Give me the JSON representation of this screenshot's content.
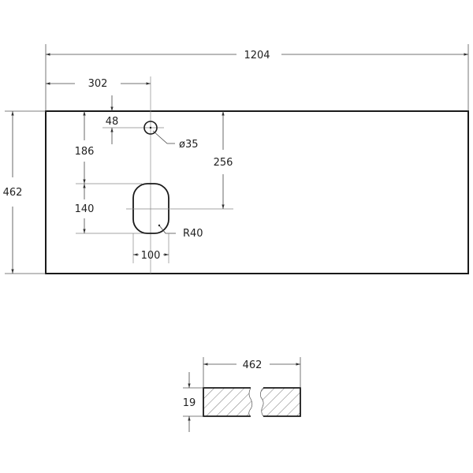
{
  "drawing": {
    "type": "technical-drawing",
    "subject": "countertop with sink cutout and tap hole",
    "colors": {
      "outline": "#1a1a1a",
      "dimension_line": "#666666",
      "text": "#222222",
      "background": "#ffffff"
    }
  },
  "plan_view": {
    "overall_width_label": "1204",
    "overall_depth_label": "462",
    "tap_offset_x_label": "302",
    "tap_offset_y_label": "48",
    "tap_diameter_label": "ø35",
    "sink_top_offset_label": "186",
    "sink_length_label": "140",
    "sink_width_label": "100",
    "sink_corner_radius_label": "R40",
    "sink_center_offset_label": "256"
  },
  "section_view": {
    "depth_label": "462",
    "thickness_label": "19"
  }
}
